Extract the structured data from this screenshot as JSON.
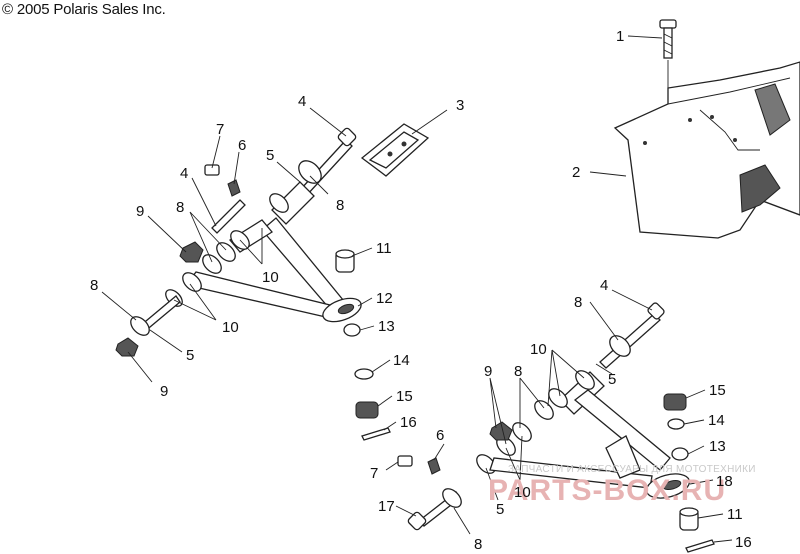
{
  "copyright": "© 2005 Polaris Sales Inc.",
  "watermark": {
    "tagline": "ЗАПЧАСТИ И АКСЕССУАРЫ ДЛЯ МОТОТЕХНИКИ",
    "brand": "PARTS-BOX.RU"
  },
  "callouts": [
    {
      "id": "c1",
      "label": "1"
    },
    {
      "id": "c2",
      "label": "2"
    },
    {
      "id": "c3",
      "label": "3"
    },
    {
      "id": "c4a",
      "label": "4"
    },
    {
      "id": "c4b",
      "label": "4"
    },
    {
      "id": "c4c",
      "label": "4"
    },
    {
      "id": "c5a",
      "label": "5"
    },
    {
      "id": "c5b",
      "label": "5"
    },
    {
      "id": "c5c",
      "label": "5"
    },
    {
      "id": "c5d",
      "label": "5"
    },
    {
      "id": "c6a",
      "label": "6"
    },
    {
      "id": "c6b",
      "label": "6"
    },
    {
      "id": "c7a",
      "label": "7"
    },
    {
      "id": "c7b",
      "label": "7"
    },
    {
      "id": "c8a",
      "label": "8"
    },
    {
      "id": "c8b",
      "label": "8"
    },
    {
      "id": "c8c",
      "label": "8"
    },
    {
      "id": "c8d",
      "label": "8"
    },
    {
      "id": "c8e",
      "label": "8"
    },
    {
      "id": "c8f",
      "label": "8"
    },
    {
      "id": "c9a",
      "label": "9"
    },
    {
      "id": "c9b",
      "label": "9"
    },
    {
      "id": "c9c",
      "label": "9"
    },
    {
      "id": "c10a",
      "label": "10"
    },
    {
      "id": "c10b",
      "label": "10"
    },
    {
      "id": "c10c",
      "label": "10"
    },
    {
      "id": "c10d",
      "label": "10"
    },
    {
      "id": "c11a",
      "label": "11"
    },
    {
      "id": "c11b",
      "label": "11"
    },
    {
      "id": "c12",
      "label": "12"
    },
    {
      "id": "c13a",
      "label": "13"
    },
    {
      "id": "c13b",
      "label": "13"
    },
    {
      "id": "c14a",
      "label": "14"
    },
    {
      "id": "c14b",
      "label": "14"
    },
    {
      "id": "c15a",
      "label": "15"
    },
    {
      "id": "c15b",
      "label": "15"
    },
    {
      "id": "c16a",
      "label": "16"
    },
    {
      "id": "c16b",
      "label": "16"
    },
    {
      "id": "c17",
      "label": "17"
    },
    {
      "id": "c18",
      "label": "18"
    }
  ]
}
